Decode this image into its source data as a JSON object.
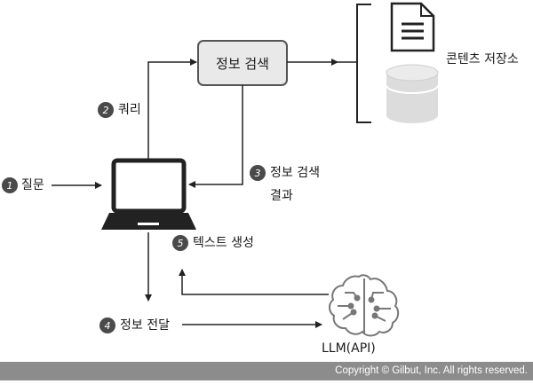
{
  "nodes": {
    "retrieval_box": "정보 검색",
    "content_store": "콘텐츠 저장소",
    "llm": "LLM(API)"
  },
  "steps": [
    {
      "num": "1",
      "label": "질문"
    },
    {
      "num": "2",
      "label": "쿼리"
    },
    {
      "num": "3",
      "label_line1": "정보 검색",
      "label_line2": "결과"
    },
    {
      "num": "4",
      "label": "정보 전달"
    },
    {
      "num": "5",
      "label": "텍스트 생성"
    }
  ],
  "footer": "Copyright © Gilbut, Inc. All rights reserved.",
  "colors": {
    "box_fill": "#e9e9e9",
    "box_stroke": "#555555",
    "badge": "#4a4a4a",
    "cylinder": "#dcdcdc",
    "footer_bg": "#8c8c8c"
  }
}
